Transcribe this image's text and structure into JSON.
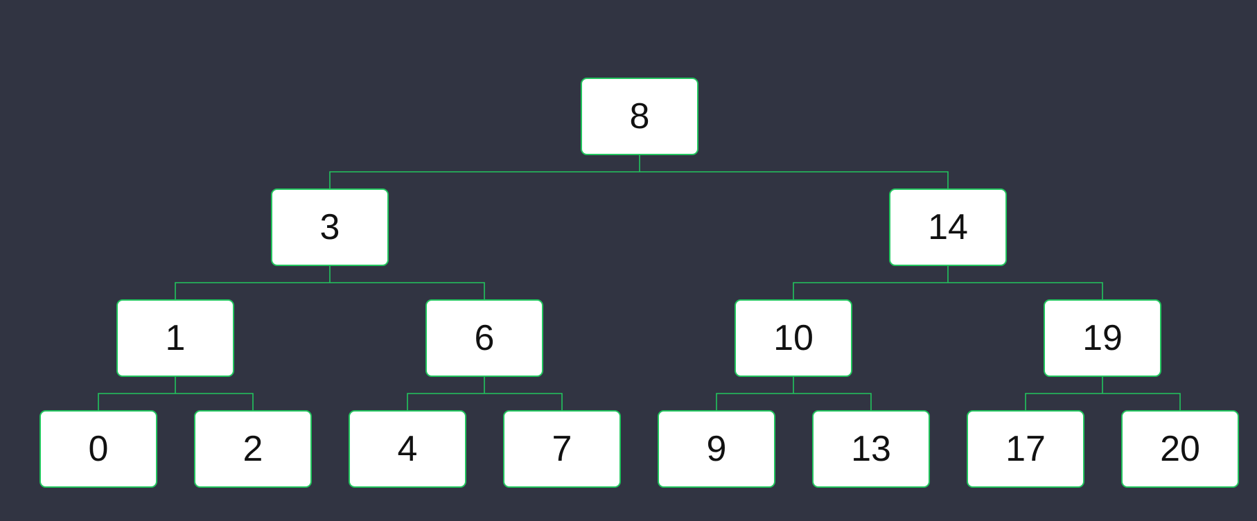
{
  "colors": {
    "background": "#313442",
    "connector": "#22c55e",
    "node_fill": "#ffffff",
    "node_text": "#111111"
  },
  "tree": {
    "levels": [
      [
        "8"
      ],
      [
        "3",
        "14"
      ],
      [
        "1",
        "6",
        "10",
        "19"
      ],
      [
        "0",
        "2",
        "4",
        "7",
        "9",
        "13",
        "17",
        "20"
      ]
    ]
  }
}
